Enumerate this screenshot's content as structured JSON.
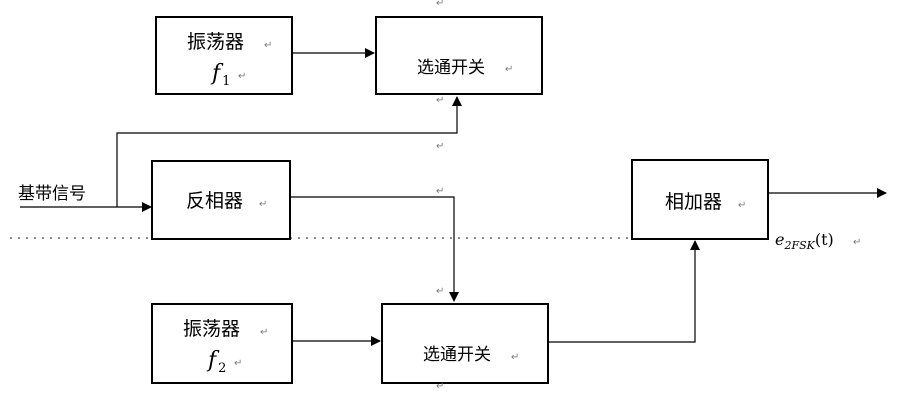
{
  "blocks": {
    "osc1": {
      "title": "振荡器",
      "sym": "f",
      "sub": "1"
    },
    "gate1": {
      "label": "选通开关"
    },
    "inv": {
      "label": "反相器"
    },
    "adder": {
      "label": "相加器"
    },
    "osc2": {
      "title": "振荡器",
      "sym": "f",
      "sub": "2"
    },
    "gate2": {
      "label": "选通开关"
    }
  },
  "input_label": "基带信号",
  "output_label": {
    "sym": "e",
    "sub": "2FSK",
    "arg": "(t)"
  },
  "para_mark": "↵"
}
